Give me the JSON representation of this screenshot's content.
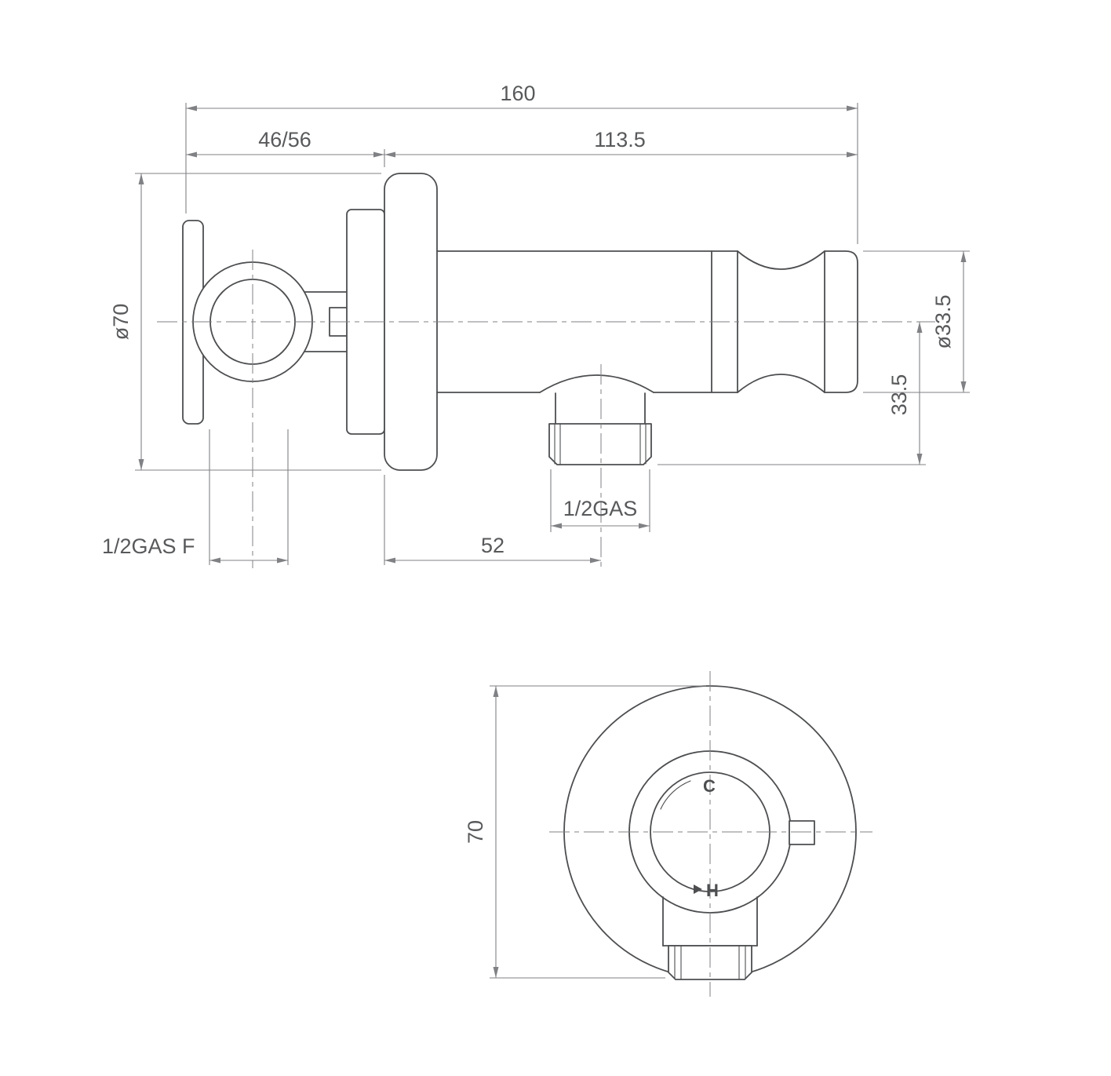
{
  "side_view": {
    "dims": {
      "overall_width": "160",
      "wall_depth_range": "46/56",
      "from_wall_length": "113.5",
      "flange_diameter": "ø70",
      "holder_diameter": "ø33.5",
      "outlet_drop": "33.5",
      "outlet_thread": "1/2GAS",
      "inlet_thread": "1/2GAS F",
      "outlet_offset": "52"
    }
  },
  "front_view": {
    "dims": {
      "escutcheon_diameter": "70"
    },
    "labels": {
      "cold": "C",
      "hot": "H"
    }
  },
  "colors": {
    "line": "#4d4e50",
    "dimension": "#808184",
    "text": "#58595b"
  }
}
